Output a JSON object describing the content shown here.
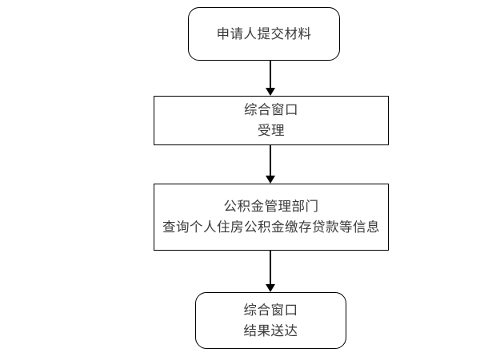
{
  "diagram": {
    "type": "flowchart",
    "orientation": "vertical",
    "background_color": "#ffffff",
    "border_color": "#000000",
    "text_color": "#3a3a3a",
    "nodes": [
      {
        "id": "submit",
        "shape": "rounded-rectangle",
        "lines": [
          "申请人提交材料"
        ]
      },
      {
        "id": "accept",
        "shape": "rectangle",
        "lines": [
          "综合窗口",
          "受理"
        ]
      },
      {
        "id": "query",
        "shape": "rectangle",
        "lines": [
          "公积金管理部门",
          "查询个人住房公积金缴存贷款等信息"
        ]
      },
      {
        "id": "deliver",
        "shape": "rounded-rectangle",
        "lines": [
          "综合窗口",
          "结果送达"
        ]
      }
    ],
    "connectors": [
      {
        "id": "conn-1",
        "from": "submit",
        "to": "accept",
        "style": "solid-arrow-down"
      },
      {
        "id": "conn-2",
        "from": "accept",
        "to": "query",
        "style": "solid-arrow-down"
      },
      {
        "id": "conn-3",
        "from": "query",
        "to": "deliver",
        "style": "solid-arrow-down"
      }
    ]
  }
}
